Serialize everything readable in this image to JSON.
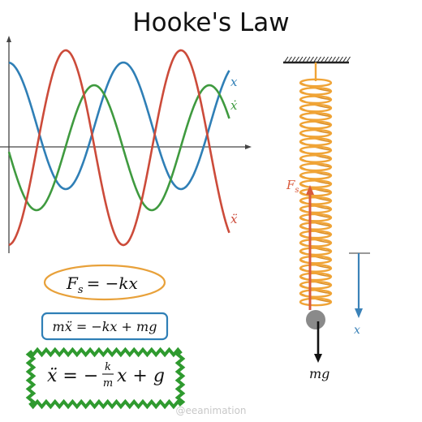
{
  "title": "Hooke's Law",
  "graph": {
    "labels": {
      "position": "x",
      "velocity": "ẋ",
      "acceleration": "ẍ"
    },
    "colors": {
      "position": "#2f7fb6",
      "velocity": "#3f9a3f",
      "acceleration": "#cc4b3a",
      "axis": "#444444"
    }
  },
  "equations": {
    "spring_force": "F",
    "spring_force_sub": "s",
    "spring_force_rhs": "= −kx",
    "newton": "mẍ = −kx + mg",
    "result_lhs": "ẍ = −",
    "result_frac_num": "k",
    "result_frac_den": "m",
    "result_rhs": "x + g",
    "colors": {
      "oval": "#e8a13a",
      "box": "#2f7fb6",
      "wavy": "#2f9a2f"
    }
  },
  "spring": {
    "force_label": "F",
    "force_label_sub": "s",
    "weight_label": "mg",
    "displacement_label": "x",
    "colors": {
      "coil": "#f0a436",
      "force": "#d95a3c",
      "mass": "#8a8a8a",
      "ceiling": "#222222",
      "displacement": "#3b82b8"
    }
  },
  "watermark": "@eeanimation"
}
